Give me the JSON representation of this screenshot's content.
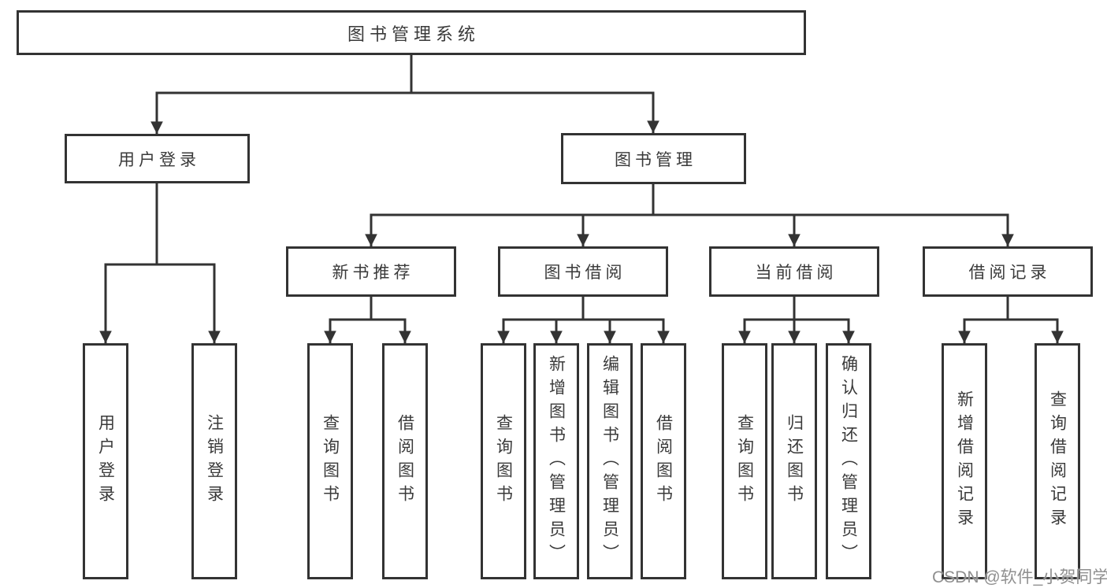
{
  "tree": {
    "label": "图书管理系统",
    "children": [
      {
        "label": "用户登录",
        "children": [
          {
            "label": "用户登录"
          },
          {
            "label": "注销登录"
          }
        ]
      },
      {
        "label": "图书管理",
        "children": [
          {
            "label": "新书推荐",
            "children": [
              {
                "label": "查询图书"
              },
              {
                "label": "借阅图书"
              }
            ]
          },
          {
            "label": "图书借阅",
            "children": [
              {
                "label": "查询图书"
              },
              {
                "label": "新增图书（管理员）"
              },
              {
                "label": "编辑图书（管理员）"
              },
              {
                "label": "借阅图书"
              }
            ]
          },
          {
            "label": "当前借阅",
            "children": [
              {
                "label": "查询图书"
              },
              {
                "label": "归还图书"
              },
              {
                "label": "确认归还（管理员）"
              }
            ]
          },
          {
            "label": "借阅记录",
            "children": [
              {
                "label": "新增借阅记录"
              },
              {
                "label": "查询借阅记录"
              }
            ]
          }
        ]
      }
    ]
  },
  "watermark": {
    "text": "CSDN @软件_小贺同学"
  },
  "colors": {
    "line": "#333333",
    "border": "#333333",
    "text": "#3a3a3a",
    "watermark": "#8f8f8f",
    "background": "#ffffff"
  }
}
